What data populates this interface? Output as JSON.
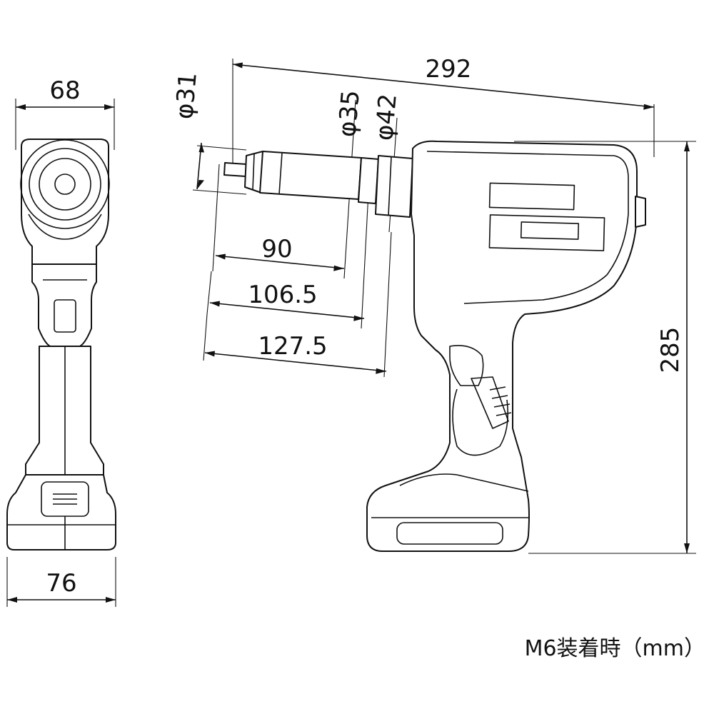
{
  "diagram": {
    "side_view": {
      "overall_length": "292",
      "height": "285",
      "nose_length_1": "90",
      "nose_length_2": "106.5",
      "nose_length_3": "127.5",
      "diameter_1": "φ31",
      "diameter_2": "φ35",
      "diameter_3": "φ42"
    },
    "front_view": {
      "head_width": "68",
      "base_width": "76"
    },
    "caption": "M6装着時（mm）"
  }
}
